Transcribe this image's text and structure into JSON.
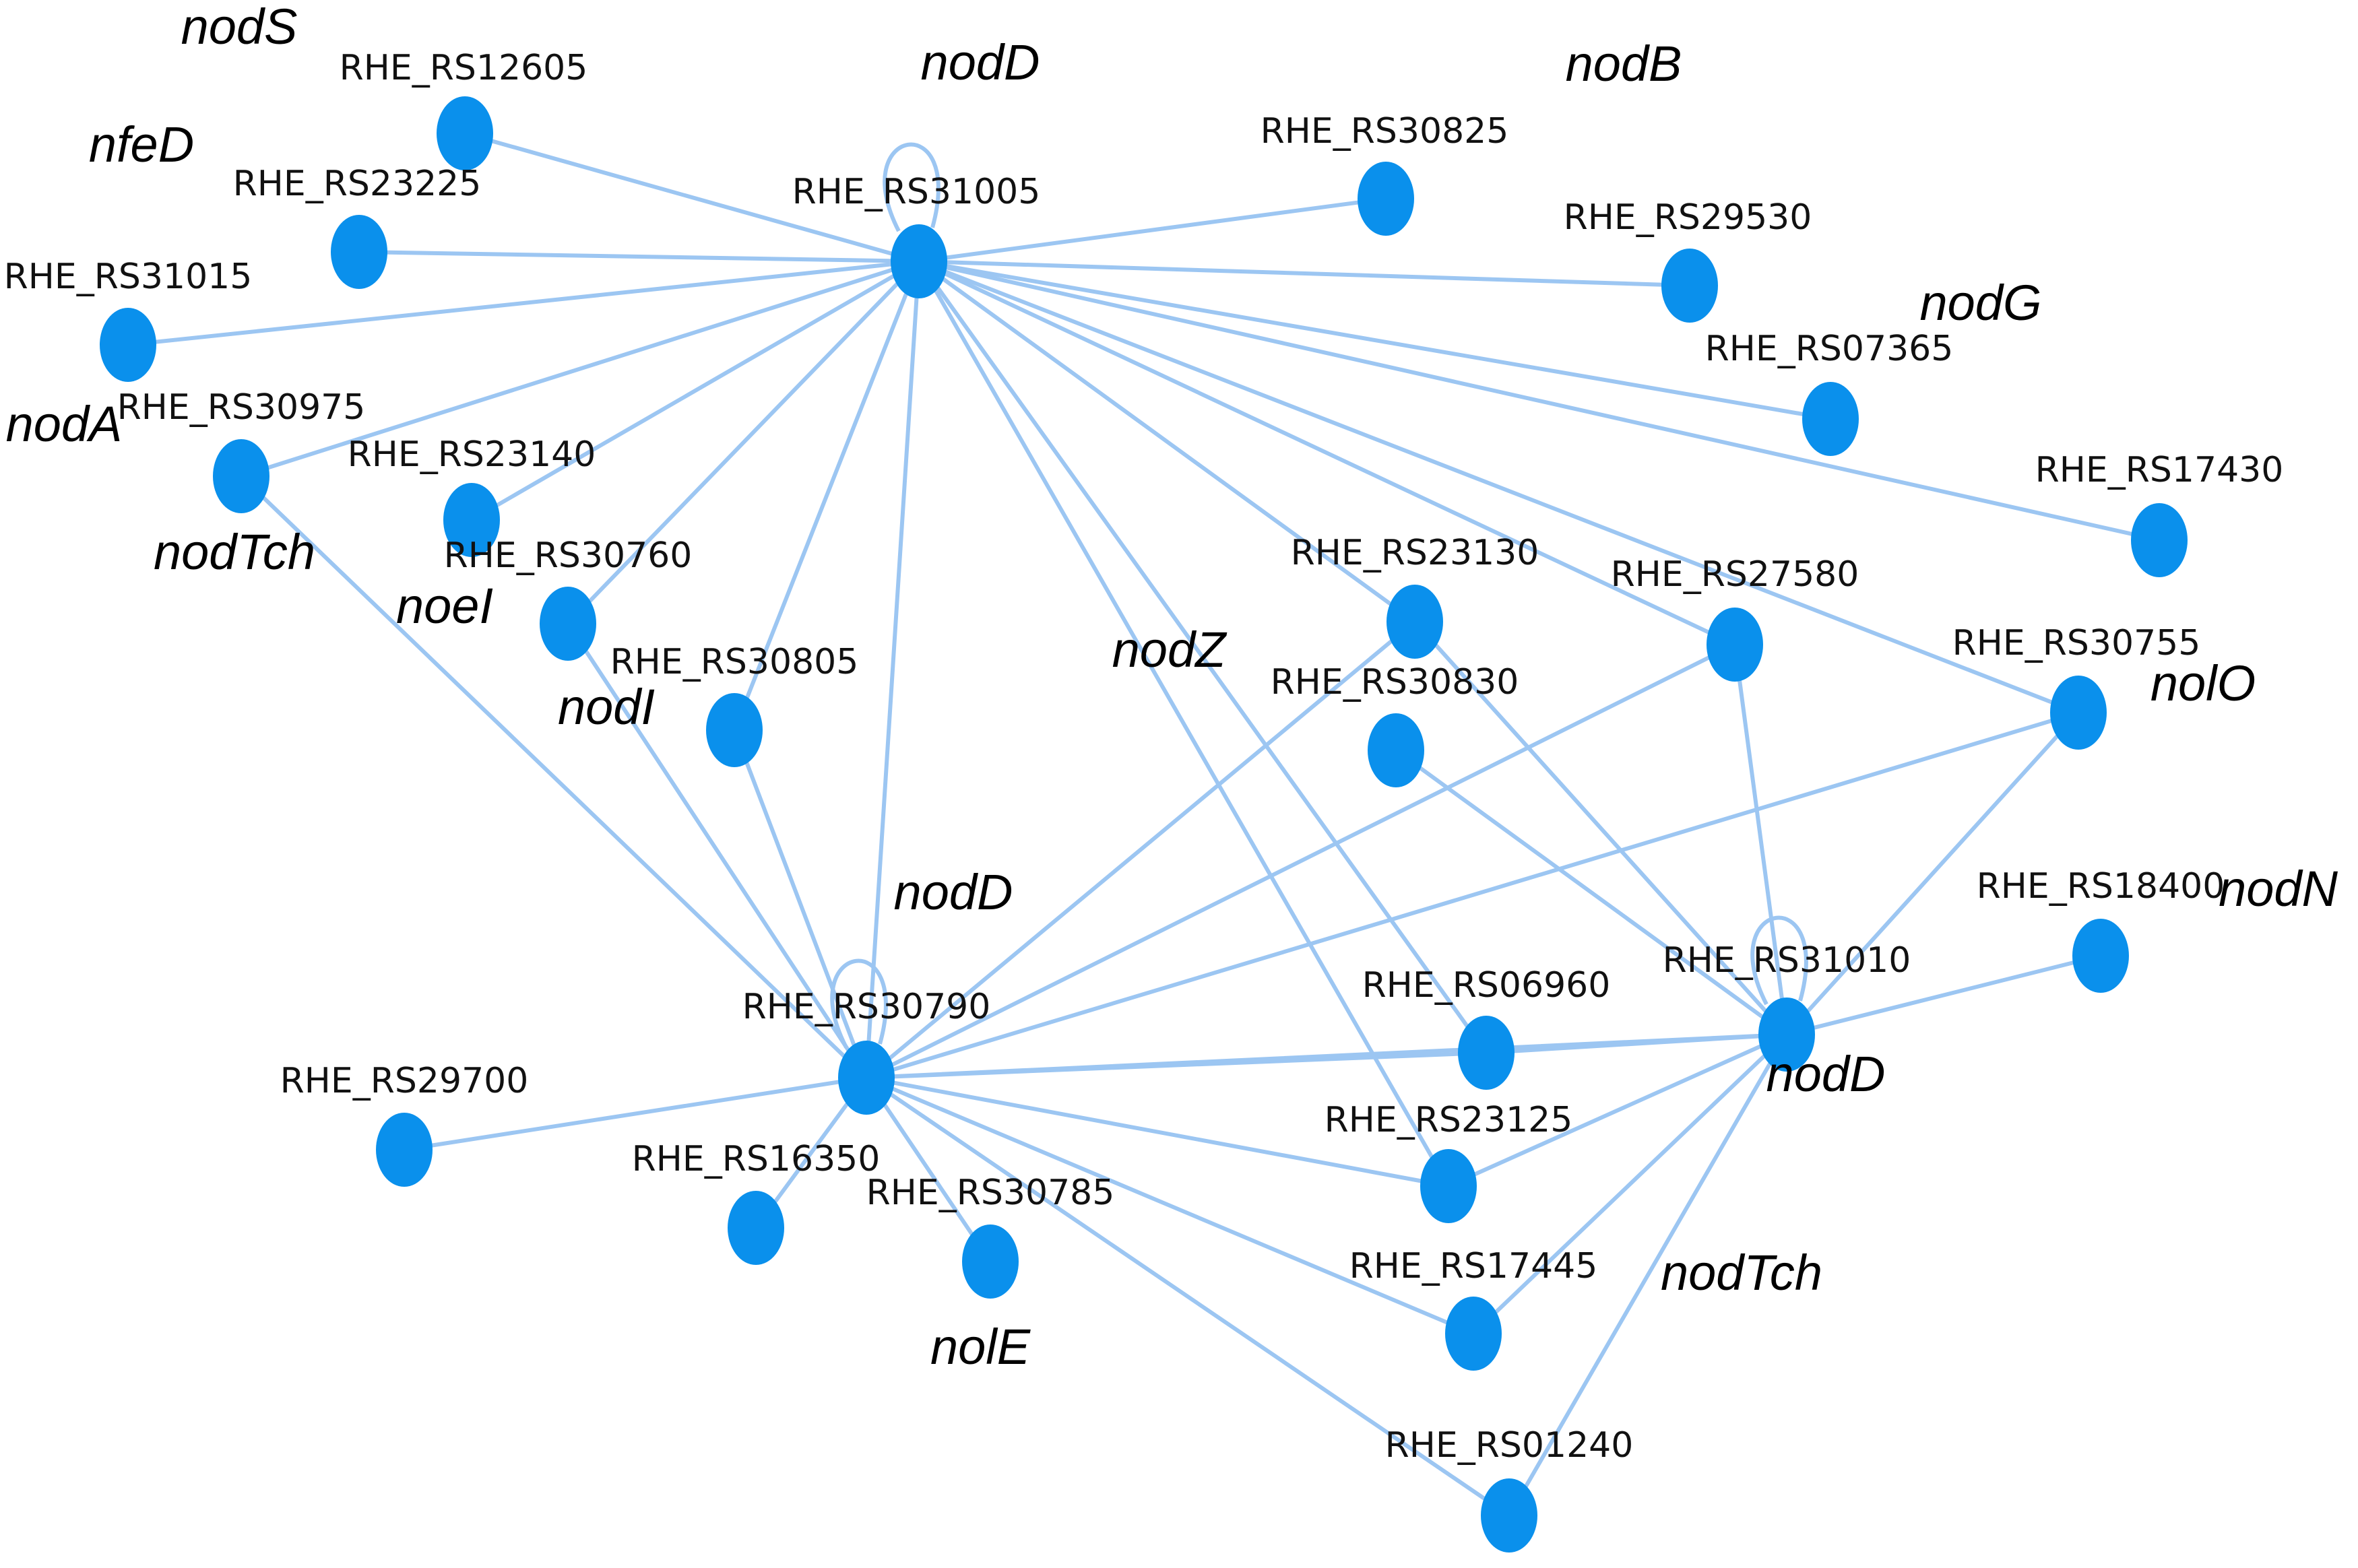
{
  "colors": {
    "node": "#0a90ec",
    "edge": "#9cc6f2",
    "label": "#111111",
    "gene": "#000000"
  },
  "nodes": [
    {
      "id": "RHE_RS12605"
    },
    {
      "id": "RHE_RS23225"
    },
    {
      "id": "RHE_RS31015"
    },
    {
      "id": "RHE_RS30975"
    },
    {
      "id": "RHE_RS23140"
    },
    {
      "id": "RHE_RS30760"
    },
    {
      "id": "RHE_RS30805"
    },
    {
      "id": "RHE_RS31005"
    },
    {
      "id": "RHE_RS30825"
    },
    {
      "id": "RHE_RS29530"
    },
    {
      "id": "RHE_RS07365"
    },
    {
      "id": "RHE_RS17430"
    },
    {
      "id": "RHE_RS23130"
    },
    {
      "id": "RHE_RS30830"
    },
    {
      "id": "RHE_RS27580"
    },
    {
      "id": "RHE_RS30755"
    },
    {
      "id": "RHE_RS18400"
    },
    {
      "id": "RHE_RS31010"
    },
    {
      "id": "RHE_RS06960"
    },
    {
      "id": "RHE_RS23125"
    },
    {
      "id": "RHE_RS17445"
    },
    {
      "id": "RHE_RS01240"
    },
    {
      "id": "RHE_RS30790"
    },
    {
      "id": "RHE_RS29700"
    },
    {
      "id": "RHE_RS16350"
    },
    {
      "id": "RHE_RS30785"
    }
  ],
  "edges": [
    [
      "RHE_RS31005",
      "RHE_RS31005"
    ],
    [
      "RHE_RS31005",
      "RHE_RS12605"
    ],
    [
      "RHE_RS31005",
      "RHE_RS23225"
    ],
    [
      "RHE_RS31005",
      "RHE_RS31015"
    ],
    [
      "RHE_RS31005",
      "RHE_RS30975"
    ],
    [
      "RHE_RS31005",
      "RHE_RS23140"
    ],
    [
      "RHE_RS31005",
      "RHE_RS30760"
    ],
    [
      "RHE_RS31005",
      "RHE_RS30805"
    ],
    [
      "RHE_RS31005",
      "RHE_RS30825"
    ],
    [
      "RHE_RS31005",
      "RHE_RS29530"
    ],
    [
      "RHE_RS31005",
      "RHE_RS07365"
    ],
    [
      "RHE_RS31005",
      "RHE_RS17430"
    ],
    [
      "RHE_RS31005",
      "RHE_RS23130"
    ],
    [
      "RHE_RS31005",
      "RHE_RS27580"
    ],
    [
      "RHE_RS31005",
      "RHE_RS30755"
    ],
    [
      "RHE_RS31005",
      "RHE_RS30790"
    ],
    [
      "RHE_RS31005",
      "RHE_RS23125"
    ],
    [
      "RHE_RS31005",
      "RHE_RS06960"
    ],
    [
      "RHE_RS30790",
      "RHE_RS30790"
    ],
    [
      "RHE_RS30975",
      "RHE_RS30790"
    ],
    [
      "RHE_RS30760",
      "RHE_RS30790"
    ],
    [
      "RHE_RS30805",
      "RHE_RS30790"
    ],
    [
      "RHE_RS30790",
      "RHE_RS29700"
    ],
    [
      "RHE_RS30790",
      "RHE_RS16350"
    ],
    [
      "RHE_RS30790",
      "RHE_RS30785"
    ],
    [
      "RHE_RS30790",
      "RHE_RS23130"
    ],
    [
      "RHE_RS30790",
      "RHE_RS27580"
    ],
    [
      "RHE_RS30790",
      "RHE_RS30755"
    ],
    [
      "RHE_RS30790",
      "RHE_RS06960"
    ],
    [
      "RHE_RS30790",
      "RHE_RS23125"
    ],
    [
      "RHE_RS30790",
      "RHE_RS17445"
    ],
    [
      "RHE_RS30790",
      "RHE_RS01240"
    ],
    [
      "RHE_RS30790",
      "RHE_RS31010"
    ],
    [
      "RHE_RS31010",
      "RHE_RS31010"
    ],
    [
      "RHE_RS31010",
      "RHE_RS23130"
    ],
    [
      "RHE_RS31010",
      "RHE_RS30830"
    ],
    [
      "RHE_RS31010",
      "RHE_RS27580"
    ],
    [
      "RHE_RS31010",
      "RHE_RS30755"
    ],
    [
      "RHE_RS31010",
      "RHE_RS18400"
    ],
    [
      "RHE_RS31010",
      "RHE_RS06960"
    ],
    [
      "RHE_RS31010",
      "RHE_RS23125"
    ],
    [
      "RHE_RS31010",
      "RHE_RS17445"
    ],
    [
      "RHE_RS31010",
      "RHE_RS01240"
    ]
  ],
  "gene_labels": [
    {
      "text": "nodS"
    },
    {
      "text": "nfeD"
    },
    {
      "text": "nodA"
    },
    {
      "text": "nodTch"
    },
    {
      "text": "noeI"
    },
    {
      "text": "nodI"
    },
    {
      "text": "nodD"
    },
    {
      "text": "nodB"
    },
    {
      "text": "nodG"
    },
    {
      "text": "nodZ"
    },
    {
      "text": "nolO"
    },
    {
      "text": "nodN"
    },
    {
      "text": "nodD"
    },
    {
      "text": "nodD"
    },
    {
      "text": "nodTch"
    },
    {
      "text": "nolE"
    }
  ]
}
